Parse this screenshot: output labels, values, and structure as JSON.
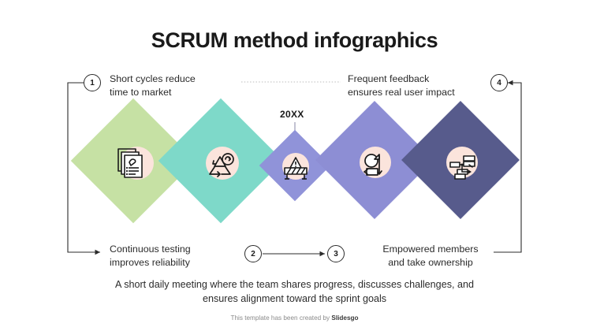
{
  "title": "SCRUM method infographics",
  "year_label": "20XX",
  "markers": [
    {
      "id": "1",
      "text": "1"
    },
    {
      "id": "2",
      "text": "2"
    },
    {
      "id": "3",
      "text": "3"
    },
    {
      "id": "4",
      "text": "4"
    }
  ],
  "labels": {
    "top_left": "Short cycles reduce\ntime to market",
    "top_right": "Frequent feedback\nensures real user impact",
    "bottom_left": "Continuous testing\nimproves reliability",
    "bottom_right": "Empowered members\nand take ownership"
  },
  "caption": "A short daily meeting where the team shares progress, discusses challenges, and\nensures alignment toward the sprint goals",
  "footer": {
    "prefix": "This template has been created by ",
    "brand": "Slidesgo"
  },
  "diamonds": [
    {
      "name": "documents-checklist",
      "color": "#c6e1a4",
      "icon": "documents-checklist-icon"
    },
    {
      "name": "recycle-cycle",
      "color": "#7ed9c9",
      "icon": "recycle-cycle-icon"
    },
    {
      "name": "barrier-warning",
      "color": "#9093d9",
      "icon": "barrier-warning-icon"
    },
    {
      "name": "sprint-arrow",
      "color": "#8d8ed4",
      "icon": "sprint-arrow-icon"
    },
    {
      "name": "workflow-chart",
      "color": "#575b8c",
      "icon": "workflow-chart-icon"
    }
  ],
  "colors": {
    "pink_circle": "#fbe4dc",
    "line": "#2b2b2b",
    "dotted": "#c9c9c9",
    "text": "#2b2b2b"
  }
}
